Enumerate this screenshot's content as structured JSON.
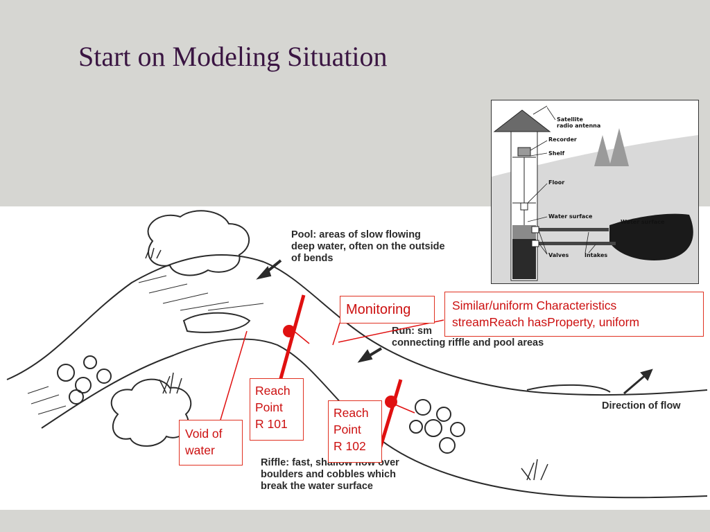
{
  "title": "Start on Modeling Situation",
  "stream_sketch": {
    "pool_label": "Pool: areas of slow flowing\ndeep water, often on the outside\nof bends",
    "run_label": "Run: sm",
    "run_label_continued": "connecting riffle and pool areas",
    "direction_label": "Direction of flow",
    "riffle_label": "Riffle: fast, shallow flow over\nboulders and cobbles which\nbreak the water surface"
  },
  "gauge_station": {
    "labels": {
      "satellite": "Satellite\nradio antenna",
      "recorder": "Recorder",
      "shelf": "Shelf",
      "floor": "Floor",
      "water_surface_inner": "Water surface",
      "water_surface_outer": "Water surface",
      "valves": "Valves",
      "intakes": "Intakes"
    }
  },
  "callouts": {
    "monitoring": "Monitoring",
    "characteristics": "Similar/uniform Characteristics\nstreamReach hasProperty, uniform",
    "reach_101": "Reach\nPoint\nR 101",
    "reach_102": "Reach\nPoint\nR 102",
    "void": "Void of\nwater"
  },
  "colors": {
    "annotation_red": "#e01010",
    "title_purple": "#3a1542",
    "slide_background": "#d6d6d2"
  }
}
